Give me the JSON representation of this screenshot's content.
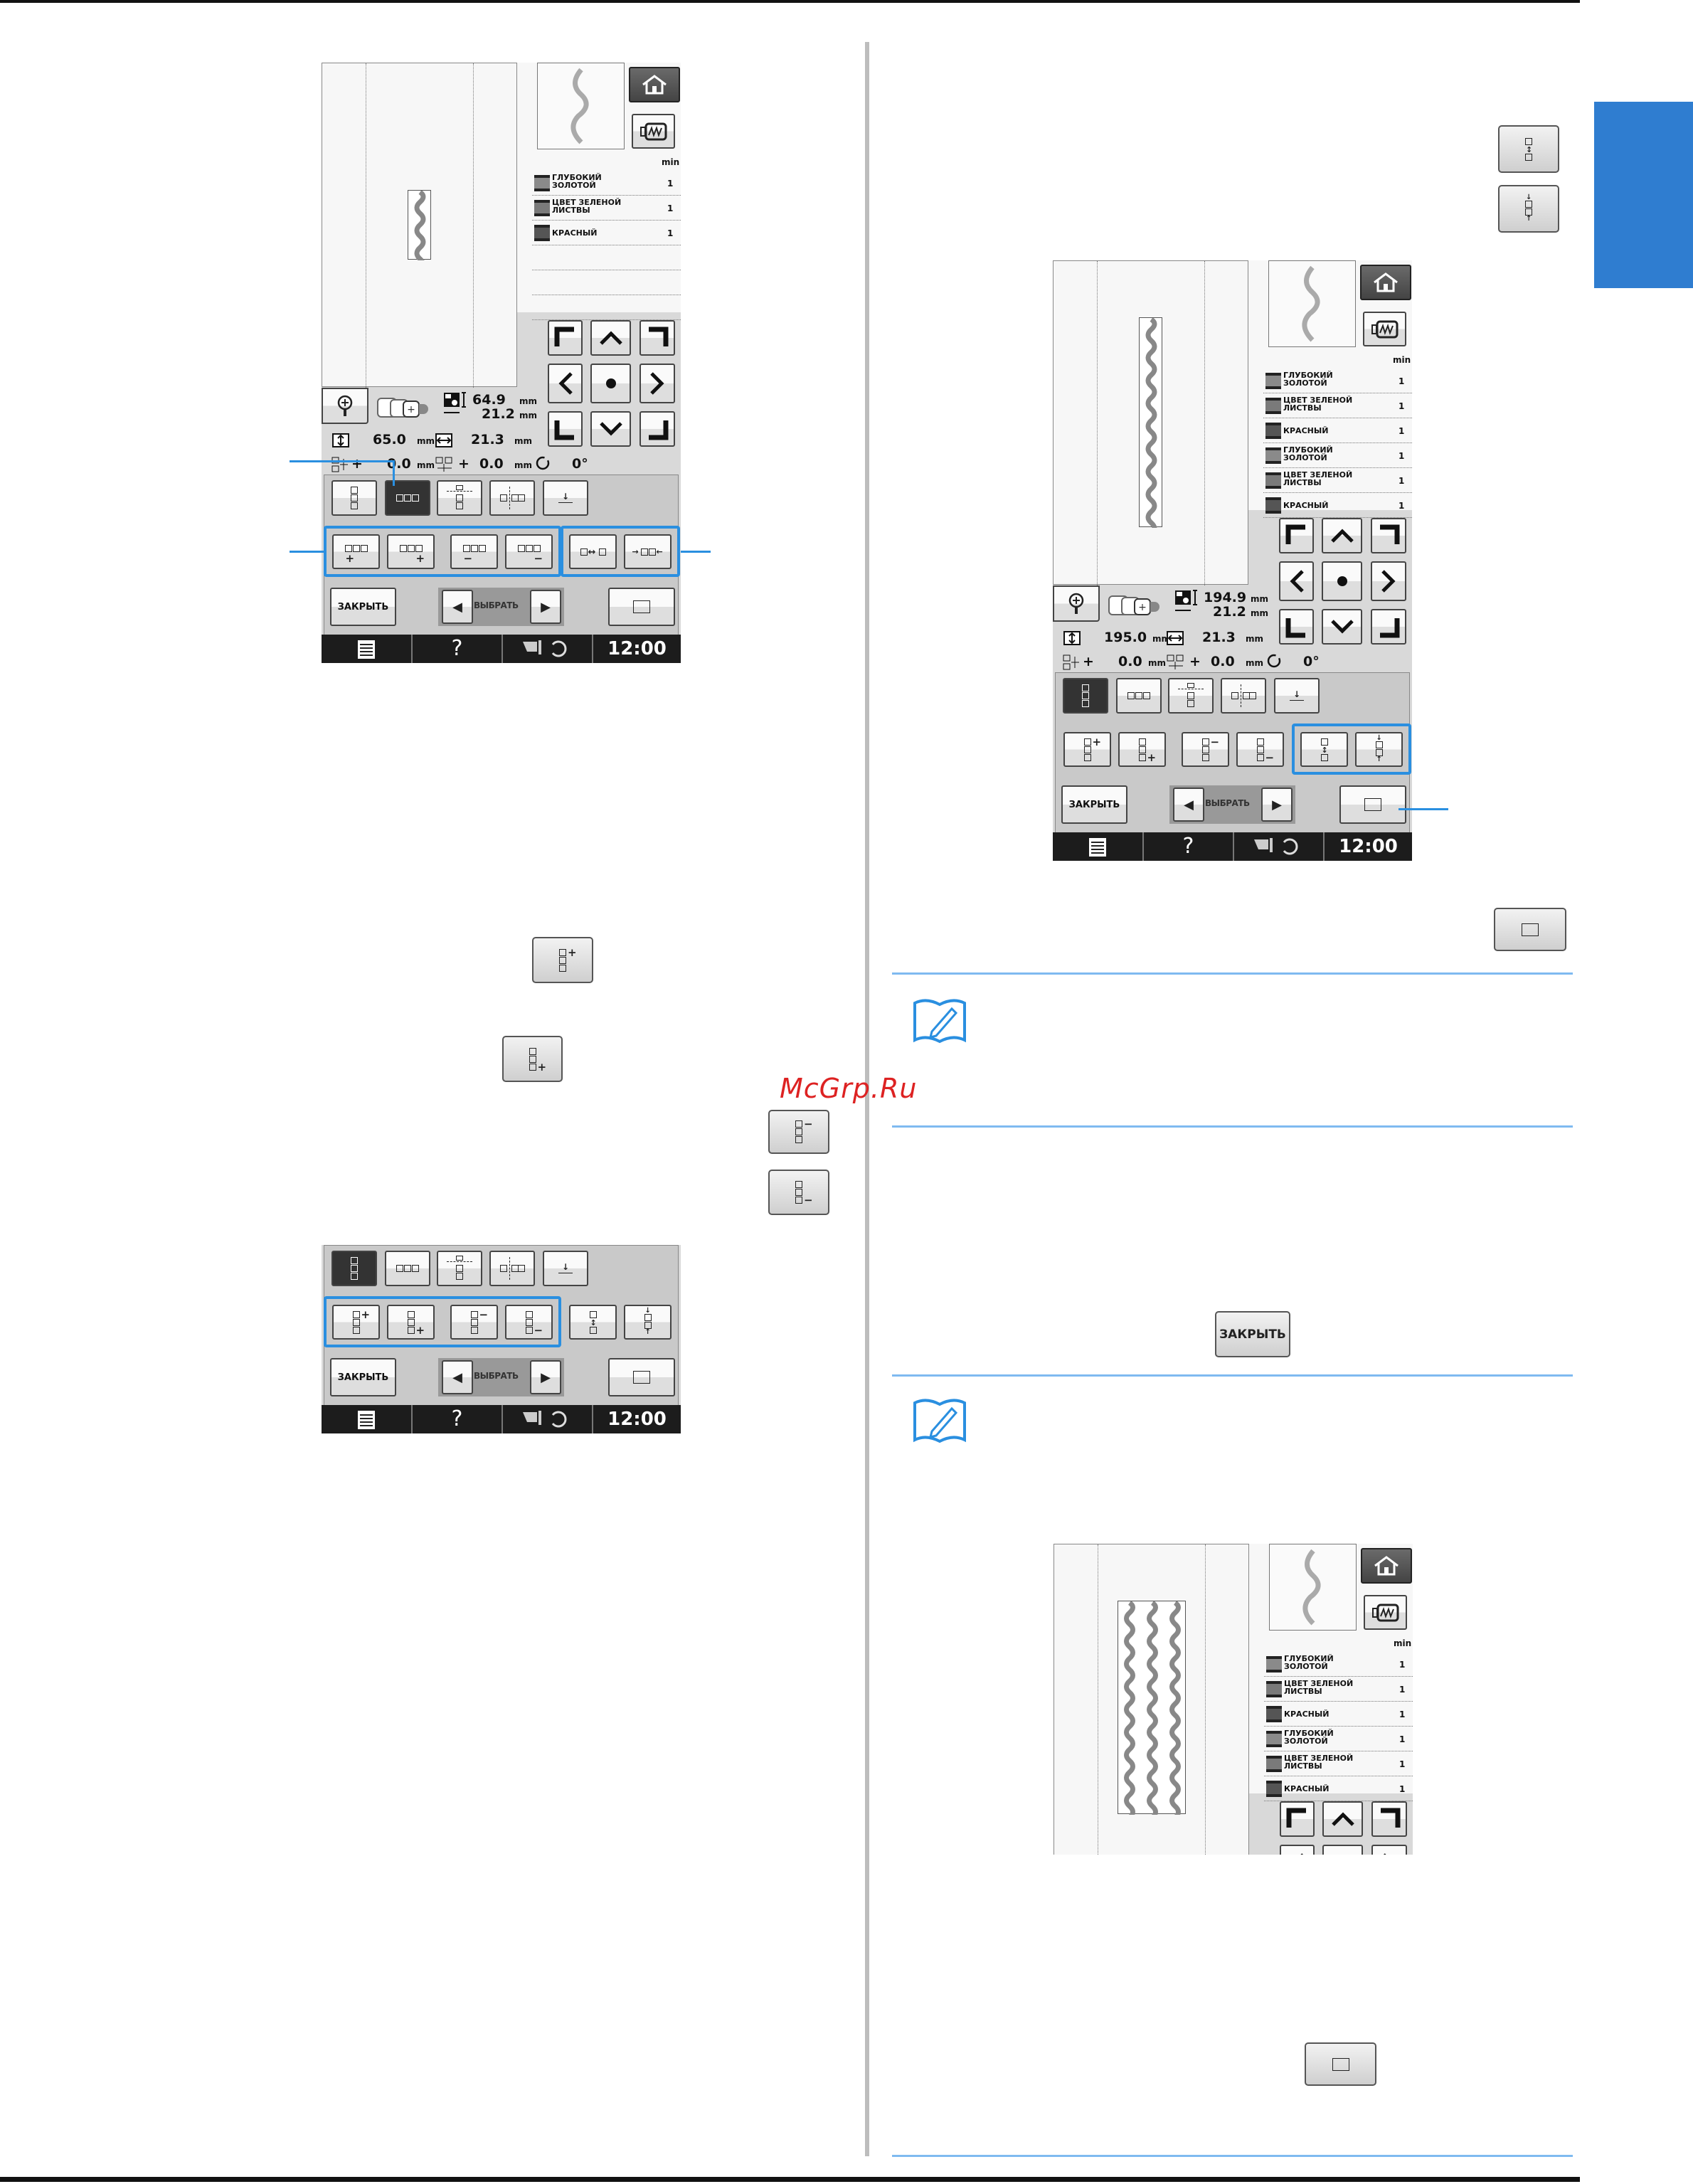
{
  "page": {
    "watermark": "McGrp.Ru",
    "colors": {
      "accent": "#2a8fe0",
      "side_tab": "#2f7dd0",
      "separator": "#7fbaf0",
      "watermark": "#dd2222"
    },
    "buttons": [
      {
        "id": "right-top-1",
        "icon": "v-spread"
      },
      {
        "id": "right-top-2",
        "icon": "v-shrink"
      },
      {
        "id": "right-square",
        "icon": "square"
      },
      {
        "id": "left-1",
        "icon": "v-plus-tr"
      },
      {
        "id": "left-2",
        "icon": "v-plus-br"
      },
      {
        "id": "left-3",
        "icon": "v-minus-tr"
      },
      {
        "id": "left-4",
        "icon": "v-minus-br"
      },
      {
        "id": "close",
        "label": "ЗАКРЫТЬ"
      },
      {
        "id": "bottom-square",
        "icon": "square"
      }
    ],
    "memo_icons": [
      "memo-icon",
      "memo-icon"
    ]
  },
  "screens": [
    {
      "min_label": "min",
      "threads": [
        {
          "name": [
            "ГЛУБОКИЙ",
            "ЗОЛОТОЙ"
          ],
          "count": "1",
          "color": "#8a8a8a"
        },
        {
          "name": [
            "ЦВЕТ ЗЕЛЕНОЙ",
            "ЛИСТВЫ"
          ],
          "count": "1",
          "color": "#7a7a7a"
        },
        {
          "name": [
            "КРАСНЫЙ"
          ],
          "count": "1",
          "color": "#555555"
        }
      ],
      "design_size": {
        "height": "64.9",
        "width": "21.2",
        "unit": "mm"
      },
      "overall": {
        "height": "65.0",
        "width": "21.3",
        "unit": "mm"
      },
      "spacing": {
        "sign1": "+",
        "value1": "0.0",
        "sign2": "+",
        "value2": "0.0",
        "unit": "mm"
      },
      "rotation": "0°",
      "active_tab": 1,
      "tabs": [
        "v",
        "h",
        "mirror-v",
        "mirror-h",
        "down"
      ],
      "edit_buttons": [
        "h-plus-bl",
        "h-plus-br",
        "h-minus-bl",
        "h-minus-br",
        "h-spread",
        "h-shrink"
      ],
      "highlight_groups": [
        [
          0,
          3
        ],
        [
          4,
          5
        ]
      ],
      "close_label": "ЗАКРЫТЬ",
      "select_label": "ВЫБРАТЬ",
      "time": "12:00"
    },
    {
      "min_label": "min",
      "threads": [
        {
          "name": [
            "ГЛУБОКИЙ",
            "ЗОЛОТОЙ"
          ],
          "count": "1",
          "color": "#8a8a8a"
        },
        {
          "name": [
            "ЦВЕТ ЗЕЛЕНОЙ",
            "ЛИСТВЫ"
          ],
          "count": "1",
          "color": "#7a7a7a"
        },
        {
          "name": [
            "КРАСНЫЙ"
          ],
          "count": "1",
          "color": "#555555"
        },
        {
          "name": [
            "ГЛУБОКИЙ",
            "ЗОЛОТОЙ"
          ],
          "count": "1",
          "color": "#8a8a8a"
        },
        {
          "name": [
            "ЦВЕТ ЗЕЛЕНОЙ",
            "ЛИСТВЫ"
          ],
          "count": "1",
          "color": "#7a7a7a"
        },
        {
          "name": [
            "КРАСНЫЙ"
          ],
          "count": "1",
          "color": "#555555"
        }
      ],
      "design_size": {
        "height": "194.9",
        "width": "21.2",
        "unit": "mm"
      },
      "overall": {
        "height": "195.0",
        "width": "21.3",
        "unit": "mm"
      },
      "spacing": {
        "sign1": "+",
        "value1": "0.0",
        "sign2": "+",
        "value2": "0.0",
        "unit": "mm"
      },
      "rotation": "0°",
      "active_tab": 0,
      "tabs": [
        "v",
        "h",
        "mirror-v",
        "mirror-h",
        "down"
      ],
      "edit_buttons": [
        "v-plus-tr",
        "v-plus-br",
        "v-minus-tr",
        "v-minus-br",
        "v-spread",
        "v-shrink"
      ],
      "highlight_groups": [
        [
          4,
          5
        ]
      ],
      "close_label": "ЗАКРЫТЬ",
      "select_label": "ВЫБРАТЬ",
      "time": "12:00"
    },
    {
      "active_tab": 0,
      "tabs": [
        "v",
        "h",
        "mirror-v",
        "mirror-h",
        "down"
      ],
      "edit_buttons": [
        "v-plus-tr",
        "v-plus-br",
        "v-minus-tr",
        "v-minus-br",
        "v-spread",
        "v-shrink"
      ],
      "highlight_groups": [
        [
          0,
          3
        ]
      ],
      "close_label": "ЗАКРЫТЬ",
      "select_label": "ВЫБРАТЬ",
      "time": "12:00"
    },
    {
      "min_label": "min",
      "threads": [
        {
          "name": [
            "ГЛУБОКИЙ",
            "ЗОЛОТОЙ"
          ],
          "count": "1",
          "color": "#8a8a8a"
        },
        {
          "name": [
            "ЦВЕТ ЗЕЛЕНОЙ",
            "ЛИСТВЫ"
          ],
          "count": "1",
          "color": "#7a7a7a"
        },
        {
          "name": [
            "КРАСНЫЙ"
          ],
          "count": "1",
          "color": "#555555"
        },
        {
          "name": [
            "ГЛУБОКИЙ",
            "ЗОЛОТОЙ"
          ],
          "count": "1",
          "color": "#8a8a8a"
        },
        {
          "name": [
            "ЦВЕТ ЗЕЛЕНОЙ",
            "ЛИСТВЫ"
          ],
          "count": "1",
          "color": "#7a7a7a"
        },
        {
          "name": [
            "КРАСНЫЙ"
          ],
          "count": "1",
          "color": "#555555"
        }
      ]
    }
  ]
}
